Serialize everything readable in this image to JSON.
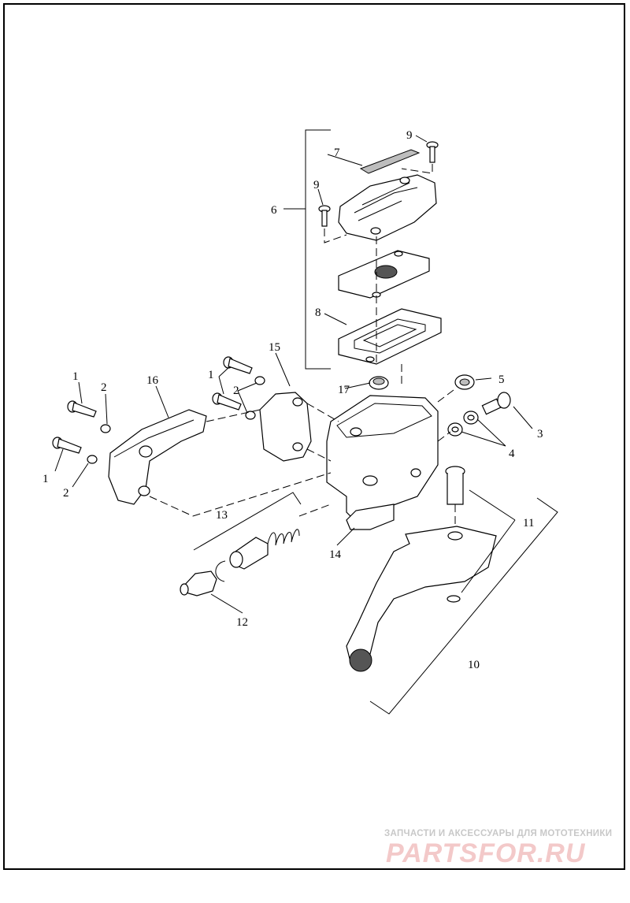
{
  "callouts": {
    "c1a": "1",
    "c2a": "2",
    "c16": "16",
    "c1b": "1",
    "c2b": "2",
    "c1c": "1",
    "c2c": "2",
    "c15": "15",
    "c17": "17",
    "c5": "5",
    "c3": "3",
    "c4": "4",
    "c6": "6",
    "c7": "7",
    "c9a": "9",
    "c9b": "9",
    "c8": "8",
    "c13": "13",
    "c14": "14",
    "c12": "12",
    "c11": "11",
    "c10": "10"
  },
  "watermark": {
    "tagline": "ЗАПЧАСТИ И АКСЕССУАРЫ ДЛЯ МОТОТЕХНИКИ",
    "logo": "PARTSFOR.RU"
  }
}
